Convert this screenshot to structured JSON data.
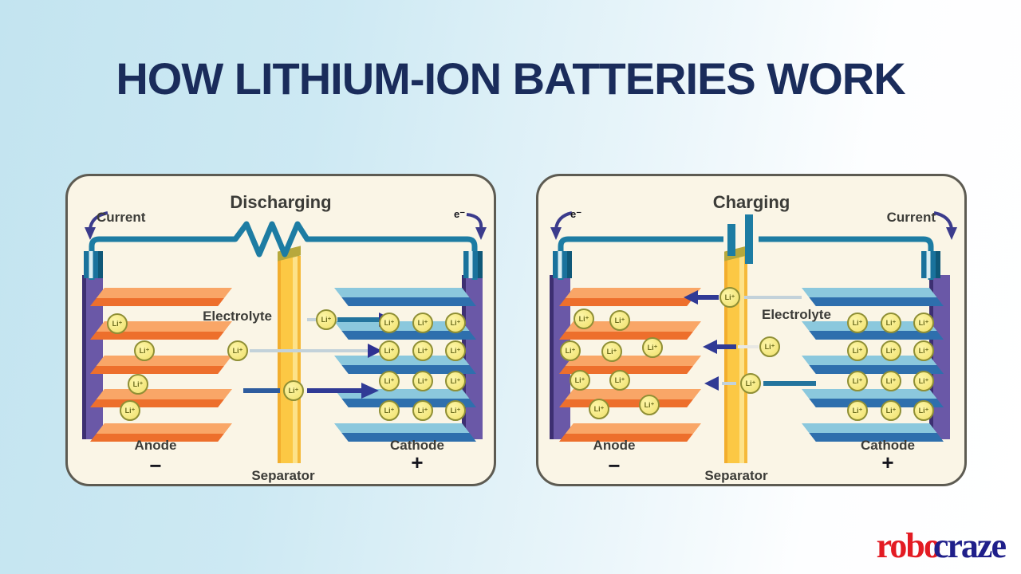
{
  "page": {
    "title": "HOW LITHIUM-ION BATTERIES WORK",
    "brand": {
      "part1": "robo",
      "part2": "craze"
    }
  },
  "ion_label": "Li⁺",
  "electron_label": "e⁻",
  "panels": {
    "discharging": {
      "title": "Discharging",
      "current_label": "Current",
      "electrolyte_label": "Electrolyte",
      "anode_label": "Anode",
      "anode_sign": "−",
      "cathode_label": "Cathode",
      "cathode_sign": "+",
      "separator_label": "Separator",
      "ion_flow_direction": "anode-to-cathode"
    },
    "charging": {
      "title": "Charging",
      "current_label": "Current",
      "electrolyte_label": "Electrolyte",
      "anode_label": "Anode",
      "anode_sign": "−",
      "cathode_label": "Cathode",
      "cathode_sign": "+",
      "separator_label": "Separator",
      "ion_flow_direction": "cathode-to-anode"
    }
  },
  "icons": {
    "resistor": "resistor-coil-icon",
    "charger": "battery-symbol-icon",
    "flow": "ion-flow-arrow-icon"
  },
  "colors": {
    "background_blue": "#c3e4f0",
    "panel_bg": "#faf5e6",
    "panel_border": "#5d5b52",
    "wire_teal": "#1d7ca3",
    "arrow_navy": "#303a95",
    "anode_orange": "#ed6f2c",
    "cathode_blue": "#2e6fad",
    "collector_purple": "#6a58a7",
    "separator_yellow": "#fcc844",
    "ion_fill": "#f0e06a",
    "title_navy": "#1a2c5b",
    "brand_red": "#e31b23",
    "brand_blue": "#1f1f8a"
  }
}
